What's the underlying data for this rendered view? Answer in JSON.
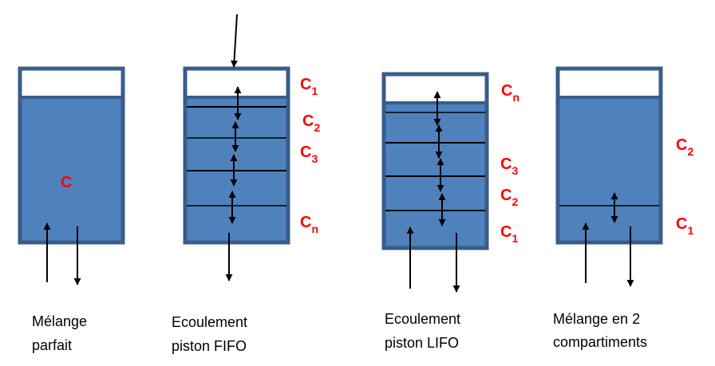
{
  "colors": {
    "tank_fill": "#4f81bd",
    "tank_border": "#385d8a",
    "concentration_text": "#ff0000",
    "line": "#000000"
  },
  "diagrams": [
    {
      "caption_line1": "Mélange",
      "caption_line2": "parfait",
      "labels": [
        {
          "text": "C",
          "sub": ""
        }
      ]
    },
    {
      "caption_line1": "Ecoulement",
      "caption_line2": "piston FIFO",
      "labels": [
        {
          "text": "C",
          "sub": "1"
        },
        {
          "text": "C",
          "sub": "2"
        },
        {
          "text": "C",
          "sub": "3"
        },
        {
          "text": "C",
          "sub": "n"
        }
      ]
    },
    {
      "caption_line1": "Ecoulement",
      "caption_line2": "piston LIFO",
      "labels": [
        {
          "text": "C",
          "sub": "n"
        },
        {
          "text": "C",
          "sub": "3"
        },
        {
          "text": "C",
          "sub": "2"
        },
        {
          "text": "C",
          "sub": "1"
        }
      ]
    },
    {
      "caption_line1": "Mélange en 2",
      "caption_line2": "compartiments",
      "labels": [
        {
          "text": "C",
          "sub": "2"
        },
        {
          "text": "C",
          "sub": "1"
        }
      ]
    }
  ]
}
